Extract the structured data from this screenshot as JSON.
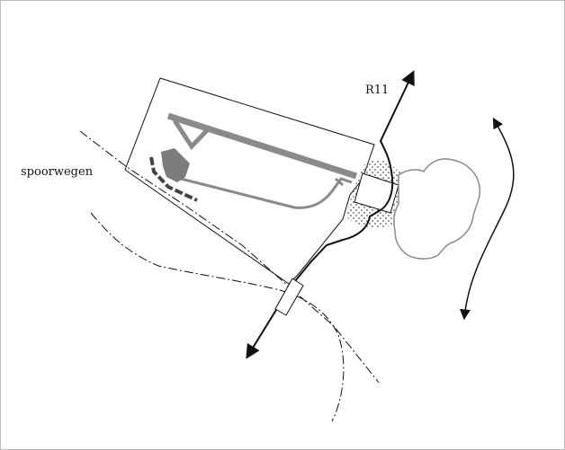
{
  "labels": {
    "railway": "spoorwegen",
    "road": "R11"
  },
  "colors": {
    "line": "#111111",
    "runway": "#8a8a8a",
    "building": "#7d7d7d",
    "stipple": "#555555",
    "frame": "#bdbdbd"
  },
  "icons": {
    "road_arrow": "arrowhead",
    "flow_arrow": "double-arrowhead"
  }
}
